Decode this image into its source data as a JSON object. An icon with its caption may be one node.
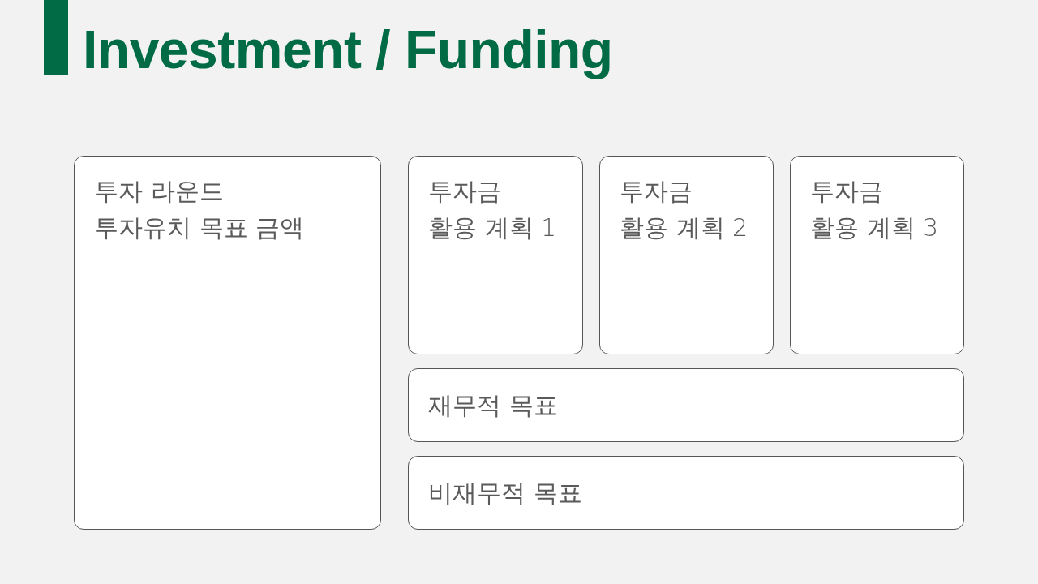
{
  "diagram": {
    "title": "Investment / Funding",
    "nodes": [
      {
        "text": [
          "투자 라운드 투자유치 목표 금액"
        ]
      },
      {
        "text": [
          "투자금 활용 계획 1"
        ]
      },
      {
        "text": [
          "투자금 활용 계획 2"
        ]
      },
      {
        "text": [
          "투자금 활용 계획 3"
        ]
      },
      {
        "text": [
          "재무적 목표"
        ]
      },
      {
        "text": [
          "비재무적 목표"
        ]
      }
    ]
  }
}
